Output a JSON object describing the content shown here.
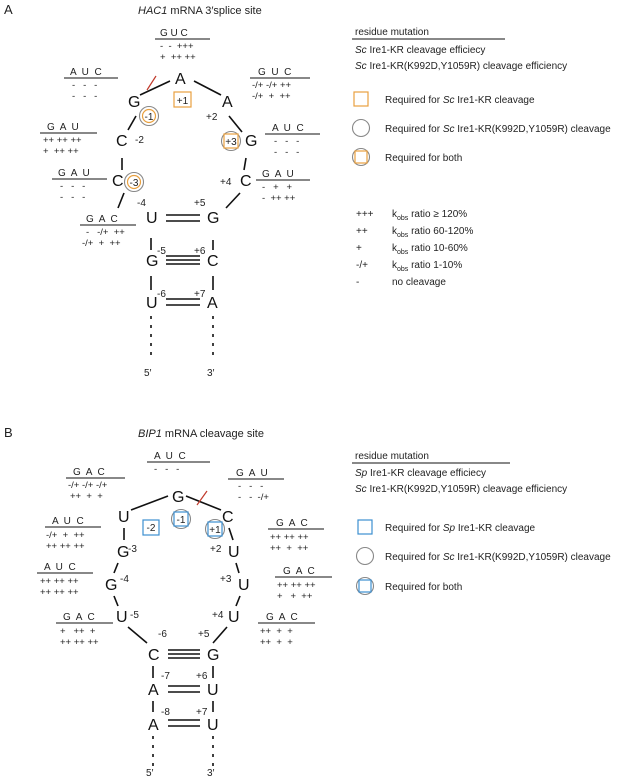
{
  "panelA": {
    "letter": "A",
    "title_italic": "HAC1",
    "title_rest": " mRNA 3′splice site",
    "nucleotides": {
      "G_m1": "G",
      "A_p1": "A",
      "A_p2": "A",
      "C_m2": "C",
      "G_p3": "G",
      "C_m3": "C",
      "C_p4": "C",
      "U_m4": "U",
      "G_p5": "G",
      "G_m5": "G",
      "C_p6": "C",
      "U_m6": "U",
      "A_p7": "A"
    },
    "positions": {
      "m2": "-2",
      "p2": "+2",
      "p4": "+4",
      "m4": "-4",
      "p5": "+5",
      "m5": "-5",
      "p6": "+6",
      "m6": "-6",
      "p7": "+7"
    },
    "boxes": {
      "m1": "-1",
      "p1": "+1",
      "p3": "+3",
      "m3": "-3"
    },
    "ends": {
      "five": "5′",
      "three": "3′"
    },
    "tables": {
      "top": {
        "header": "G U C",
        "row1": "-  -  +++",
        "row2": "+  ++ ++"
      },
      "tl": {
        "header": "A  U  C",
        "row1": "-   -   -",
        "row2": "-   -   -"
      },
      "tr": {
        "header": "G  U  C",
        "row1": "-/+ -/+ ++",
        "row2": "-/+  +  ++"
      },
      "ml": {
        "header": "G  A  U",
        "row1": "++ ++ ++",
        "row2": "+  ++ ++"
      },
      "mr": {
        "header": "A  U  C",
        "row1": "-   -   -",
        "row2": "-   -   -"
      },
      "l3": {
        "header": "G  A  U",
        "row1": "-   -   -",
        "row2": "-   -   -"
      },
      "r4": {
        "header": "G  A  U",
        "row1": "-   +   +",
        "row2": "-  ++ ++"
      },
      "l4": {
        "header": "G  A  C",
        "row1": "-   -/+  ++",
        "row2": "-/+  +  ++"
      }
    },
    "legend": {
      "heading": "residue mutation",
      "line1_italic": "Sc",
      "line1_rest": " Ire1-KR cleavage efficiecy",
      "line2_italic": "Sc",
      "line2_rest": " Ire1-KR(K992D,Y1059R) cleavage efficiency",
      "sq_italic": "Sc",
      "sq_prefix": "Required for ",
      "sq_rest": " Ire1-KR cleavage",
      "circ_italic": "Sc",
      "circ_prefix": "Required for ",
      "circ_rest": " Ire1-KR(K992D,Y1059R) cleavage",
      "both": "Required for both"
    },
    "kinetics": [
      {
        "sym": "+++",
        "k": "k",
        "sub": "obs",
        "text": " ratio ≥ 120%"
      },
      {
        "sym": "++",
        "k": "k",
        "sub": "obs",
        "text": " ratio 60-120%"
      },
      {
        "sym": "+",
        "k": "k",
        "sub": "obs",
        "text": " ratio 10-60%"
      },
      {
        "sym": "-/+",
        "k": "k",
        "sub": "obs",
        "text": " ratio 1-10%"
      },
      {
        "sym": "-",
        "k": "",
        "sub": "",
        "text": "no cleavage"
      }
    ]
  },
  "panelB": {
    "letter": "B",
    "title_italic": "BIP1",
    "title_rest": " mRNA cleavage site",
    "nucleotides": {
      "G_m1": "G",
      "U_m2": "U",
      "C_p1": "C",
      "G_m3": "G",
      "U_p2": "U",
      "G_m4": "G",
      "U_p3": "U",
      "U_m5": "U",
      "U_p4": "U",
      "C_m6": "C",
      "G_p5": "G",
      "A_m7": "A",
      "U_p6": "U",
      "A_m8": "A",
      "U_p7": "U"
    },
    "positions": {
      "m3": "-3",
      "p2": "+2",
      "m4": "-4",
      "p3": "+3",
      "m5": "-5",
      "p4": "+4",
      "m6": "-6",
      "p5": "+5",
      "m7": "-7",
      "p6": "+6",
      "m8": "-8",
      "p7": "+7"
    },
    "boxes": {
      "m2": "-2",
      "m1": "-1",
      "p1": "+1"
    },
    "ends": {
      "five": "5′",
      "three": "3′"
    },
    "tables": {
      "top": {
        "header": "A  U  C",
        "row1": "-   -   -",
        "row2": ""
      },
      "tl": {
        "header": "G  A  C",
        "row1": "-/+ -/+ -/+",
        "row2": "++  +  +"
      },
      "tr": {
        "header": "G  A  U",
        "row1": "-   -   -",
        "row2": "-   -  -/+"
      },
      "ml": {
        "header": "A  U  C",
        "row1": "-/+  +  ++",
        "row2": "++ ++ ++"
      },
      "mr": {
        "header": "G  A  C",
        "row1": "++ ++ ++",
        "row2": "++  +  ++"
      },
      "l4": {
        "header": "A  U  C",
        "row1": "++ ++ ++",
        "row2": "++ ++ ++"
      },
      "r3": {
        "header": "G  A  C",
        "row1": "++ ++ ++",
        "row2": "+   +  ++"
      },
      "l5": {
        "header": "G  A  C",
        "row1": "+   ++  +",
        "row2": "++ ++ ++"
      },
      "r4": {
        "header": "G  A  C",
        "row1": "++  +  +",
        "row2": "++  +  +"
      }
    },
    "legend": {
      "heading": "residue mutation",
      "line1_italic": "Sp",
      "line1_rest": " Ire1-KR cleavage efficiecy",
      "line2_italic": "Sc",
      "line2_rest": " Ire1-KR(K992D,Y1059R) cleavage efficiency",
      "sq_italic": "Sp",
      "sq_prefix": "Required for ",
      "sq_rest": " Ire1-KR cleavage",
      "circ_italic": "Sc",
      "circ_prefix": "Required for ",
      "circ_rest": " Ire1-KR(K992D,Y1059R) cleavage",
      "both": "Required for both"
    }
  },
  "colors": {
    "orange": "#E8A040",
    "blue": "#3C8FD0",
    "grey": "#888888",
    "cut": "#C0392B"
  }
}
